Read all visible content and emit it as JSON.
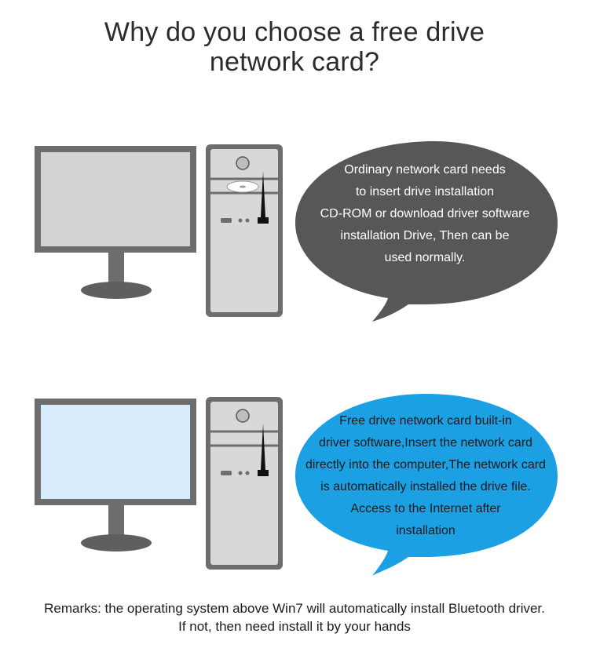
{
  "title": {
    "line1": "Why do you choose a free drive",
    "line2": "network card?"
  },
  "scene_ordinary": {
    "bubble_lines": [
      "Ordinary network card needs",
      "to insert drive installation",
      "CD-ROM or download driver software",
      "installation Drive, Then can be",
      "used normally."
    ],
    "colors": {
      "screen": "#d3d3d3",
      "bubble": "#575757",
      "bubble_text": "#ffffff"
    }
  },
  "scene_free": {
    "bubble_lines": [
      "Free drive network card built-in",
      "driver software,Insert the network card",
      "directly into the computer,The network card",
      "is automatically installed the drive file.",
      "Access to the Internet after",
      "installation"
    ],
    "colors": {
      "screen": "#d9ecfb",
      "bubble": "#1aa0e3",
      "bubble_text": "#1a1a1a"
    }
  },
  "remarks": {
    "line1": "Remarks: the operating system above Win7 will automatically install Bluetooth driver.",
    "line2": "If not, then need install it by your hands"
  },
  "palette": {
    "frame": "#6d6d6d",
    "case_face": "#d8d8d8",
    "antenna": "#111111"
  }
}
